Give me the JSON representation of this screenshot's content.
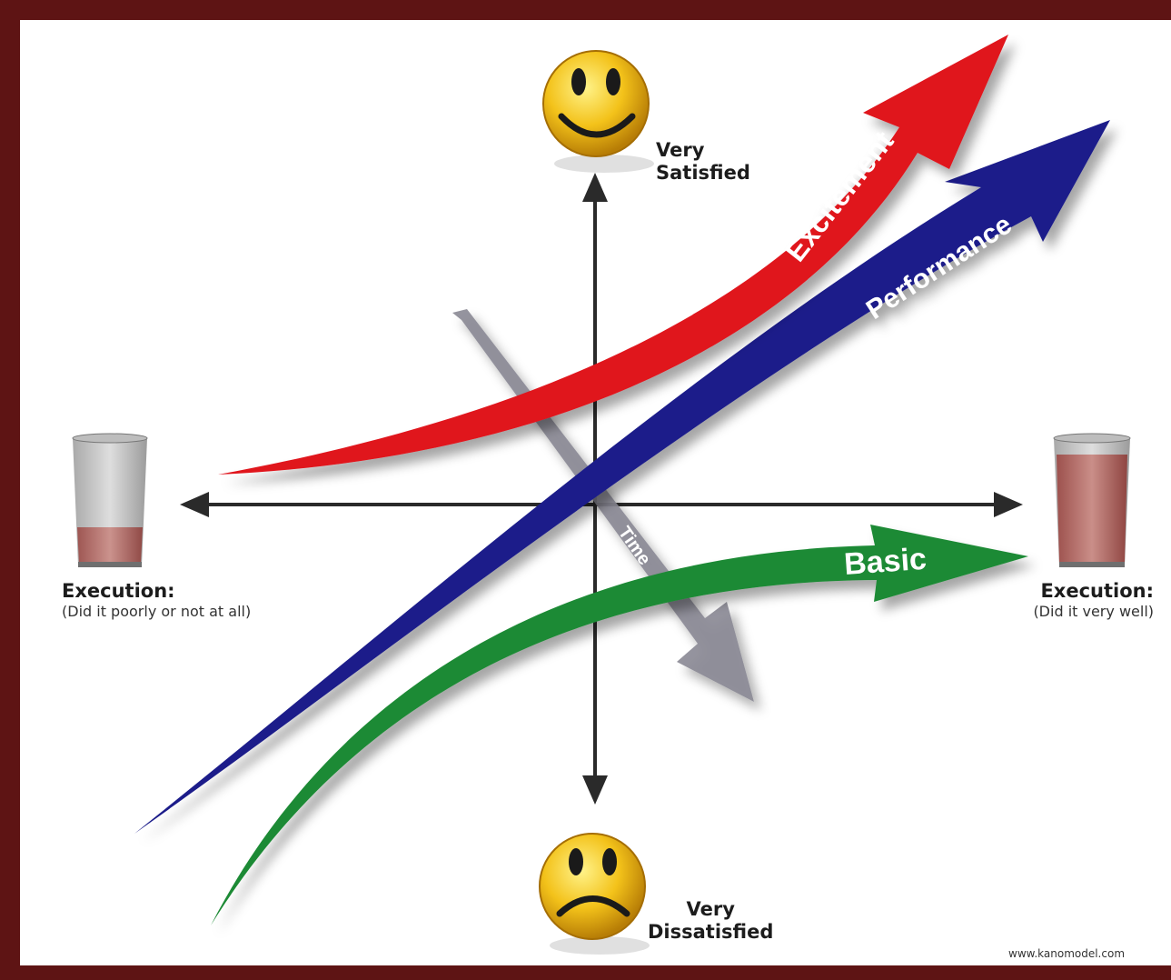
{
  "axis": {
    "top_label": "Very\nSatisfied",
    "bottom_label": "Very\nDissatisfied",
    "left_title": "Execution:",
    "left_subtitle": "(Did it poorly or not at all)",
    "right_title": "Execution:",
    "right_subtitle": "(Did it very well)"
  },
  "curves": [
    {
      "name": "Excitement",
      "color": "#e0121c"
    },
    {
      "name": "Performance",
      "color": "#1b1e8a"
    },
    {
      "name": "Basic",
      "color": "#1f8a36"
    }
  ],
  "time_label": "Time",
  "credit": "www.kanomodel.com",
  "icons": {
    "top": "happy-smiley-icon",
    "bottom": "sad-smiley-icon",
    "left": "nearly-empty-glass-icon",
    "right": "full-glass-icon"
  }
}
